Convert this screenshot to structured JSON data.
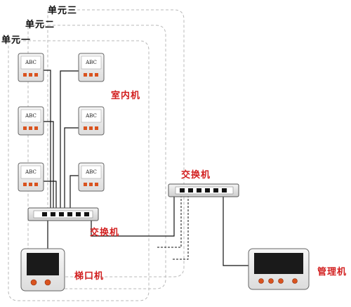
{
  "units": {
    "unit1": "单元一",
    "unit2": "单元二",
    "unit3": "单元三"
  },
  "labels": {
    "indoor": "室内机",
    "switch_bottom": "交换机",
    "switch_right": "交换机",
    "door_station": "梯口机",
    "management": "管理机"
  },
  "indoor_panel_text": "ABC",
  "colors": {
    "label_red": "#d21f1f",
    "button_red": "#d9531f",
    "screen_dark": "#1a1a1a",
    "frame_dashed": "#b8b8b8"
  }
}
